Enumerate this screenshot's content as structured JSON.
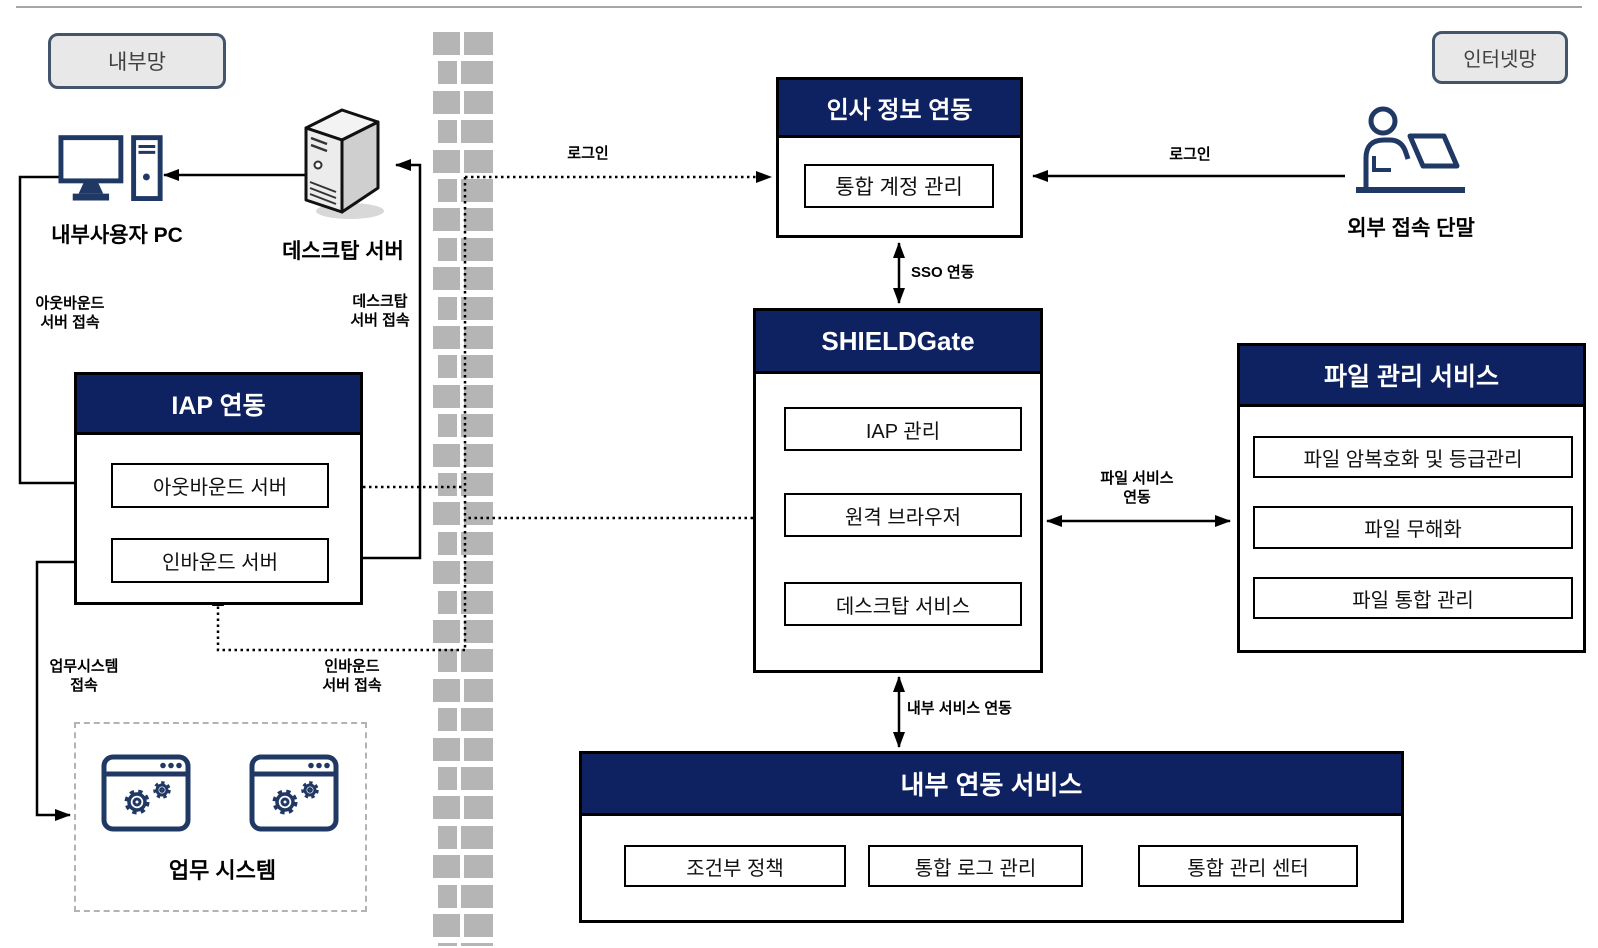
{
  "zones": {
    "internal_label": "내부망",
    "internet_label": "인터넷망"
  },
  "nodes": {
    "internal_pc_label": "내부사용자 PC",
    "desktop_server_label": "데스크탑 서버",
    "external_terminal_label": "외부 접속 단말",
    "work_system_label": "업무 시스템"
  },
  "boxes": {
    "hr_sync": {
      "title": "인사 정보 연동",
      "items": [
        "통합 계정 관리"
      ]
    },
    "shieldgate": {
      "title": "SHIELDGate",
      "items": [
        "IAP 관리",
        "원격 브라우저",
        "데스크탑 서비스"
      ]
    },
    "file_service": {
      "title": "파일 관리 서비스",
      "items": [
        "파일 암복호화 및 등급관리",
        "파일 무해화",
        "파일 통합 관리"
      ]
    },
    "iap_sync": {
      "title": "IAP 연동",
      "items": [
        "아웃바운드 서버",
        "인바운드 서버"
      ]
    },
    "internal_sync": {
      "title": "내부 연동 서비스",
      "items": [
        "조건부 정책",
        "통합 로그 관리",
        "통합 관리 센터"
      ]
    }
  },
  "edge_labels": {
    "login_external": "로그인",
    "login_outbound": "로그인",
    "sso_link": "SSO 연동",
    "internal_service_link": "내부 서비스 연동",
    "file_service_link": "파일 서비스\n연동",
    "outbound_server_access": "아웃바운드\n서버 접속",
    "desktop_server_access": "데스크탑\n서버 접속",
    "work_system_access": "업무시스템\n접속",
    "inbound_server_access": "인바운드\n서버 접속"
  },
  "colors": {
    "header_navy": "#0e2160",
    "icon_navy": "#1f3864",
    "brick_gray": "#b5b5b5",
    "zone_fill": "#e8e8e8",
    "zone_border": "#44546a",
    "line_black": "#000000"
  }
}
